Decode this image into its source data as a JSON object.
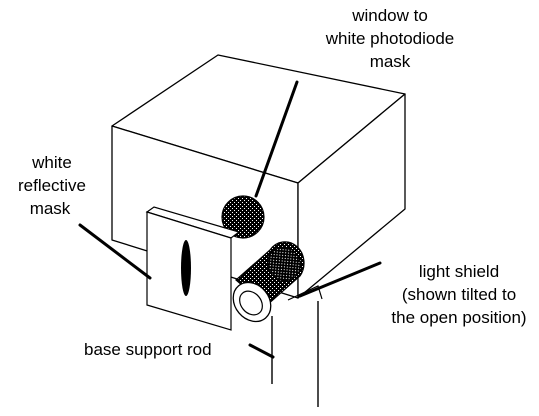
{
  "labels": {
    "window": [
      "window to",
      "white photodiode",
      "mask"
    ],
    "reflective_mask": [
      "white",
      "reflective",
      "mask"
    ],
    "light_shield": [
      "light shield",
      "(shown tilted to",
      "the open position)"
    ],
    "support_rod": "base support rod"
  },
  "colors": {
    "line": "#000000",
    "background": "#ffffff",
    "texture_dot": "#ffffff"
  }
}
